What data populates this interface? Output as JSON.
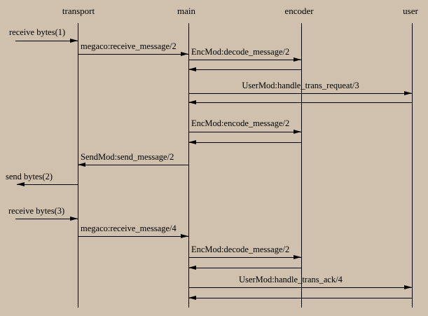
{
  "diagram": {
    "type": "message-sequence-chart",
    "background_color": "#cfc1ae",
    "line_color": "#000000",
    "lifelines": [
      {
        "label": "transport"
      },
      {
        "label": "main"
      },
      {
        "label": "encoder"
      },
      {
        "label": "user"
      }
    ],
    "messages": [
      {
        "label": "receive bytes(1)",
        "from": "outside",
        "to": "transport",
        "kind": "call"
      },
      {
        "label": "megaco:receive_message/2",
        "from": "transport",
        "to": "main",
        "kind": "call"
      },
      {
        "label": "EncMod:decode_message/2",
        "from": "main",
        "to": "encoder",
        "kind": "call"
      },
      {
        "label": "",
        "from": "encoder",
        "to": "main",
        "kind": "return"
      },
      {
        "label": "UserMod:handle_trans_requeat/3",
        "from": "main",
        "to": "user",
        "kind": "call"
      },
      {
        "label": "",
        "from": "user",
        "to": "main",
        "kind": "return"
      },
      {
        "label": "EncMod:encode_message/2",
        "from": "main",
        "to": "encoder",
        "kind": "call"
      },
      {
        "label": "",
        "from": "encoder",
        "to": "main",
        "kind": "return"
      },
      {
        "label": "SendMod:send_message/2",
        "from": "main",
        "to": "transport",
        "kind": "call"
      },
      {
        "label": "send bytes(2)",
        "from": "transport",
        "to": "outside",
        "kind": "call"
      },
      {
        "label": "receive bytes(3)",
        "from": "outside",
        "to": "transport",
        "kind": "call"
      },
      {
        "label": "megaco:receive_message/4",
        "from": "transport",
        "to": "main",
        "kind": "call"
      },
      {
        "label": "EncMod:decode_message/2",
        "from": "main",
        "to": "encoder",
        "kind": "call"
      },
      {
        "label": "",
        "from": "encoder",
        "to": "main",
        "kind": "return"
      },
      {
        "label": "UserMod:handle_trans_ack/4",
        "from": "main",
        "to": "user",
        "kind": "call"
      },
      {
        "label": "",
        "from": "user",
        "to": "main",
        "kind": "return"
      }
    ]
  }
}
